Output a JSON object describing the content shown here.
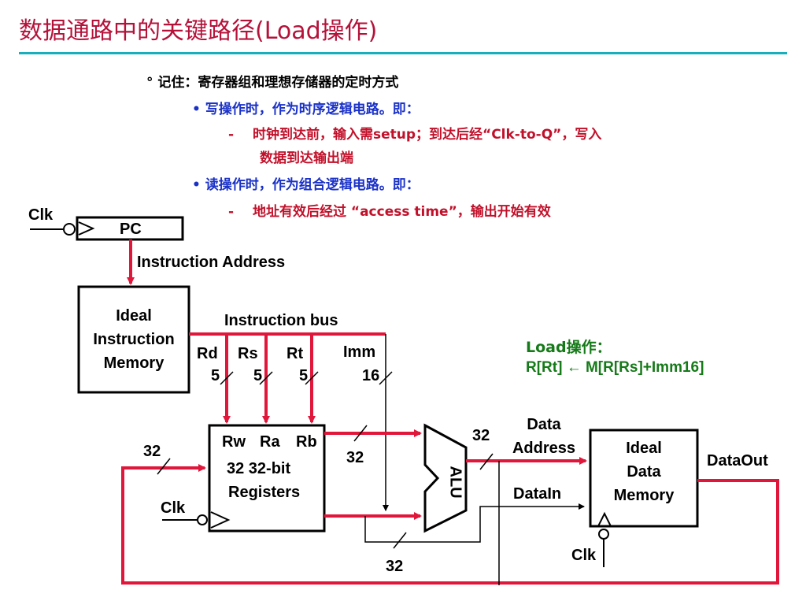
{
  "title": "数据通路中的关键路径(Load操作)",
  "bullets": {
    "b1_mark": "°",
    "b1": "记住：寄存器组和理想存储器的定时方式",
    "b2_mark": "•",
    "b2": "写操作时，作为时序逻辑电路。即：",
    "b3_mark": "-",
    "b3_line1": "时钟到达前，输入需setup；到达后经“Clk-to-Q”，写入",
    "b3_line2": "数据到达输出端",
    "b4_mark": "•",
    "b4": "读操作时，作为组合逻辑电路。即：",
    "b5_mark": "-",
    "b5": "地址有效后经过 “access time”，输出开始有效"
  },
  "diagram": {
    "pc_clk": "Clk",
    "pc": "PC",
    "instr_address": "Instruction Address",
    "imem_line1": "Ideal",
    "imem_line2": "Instruction",
    "imem_line3": "Memory",
    "instr_bus": "Instruction bus",
    "rd": "Rd",
    "rs": "Rs",
    "rt": "Rt",
    "imm": "Imm",
    "rd_w": "5",
    "rs_w": "5",
    "rt_w": "5",
    "imm_w": "16",
    "rw": "Rw",
    "ra": "Ra",
    "rb": "Rb",
    "reg_line1": "32 32-bit",
    "reg_line2": "Registers",
    "reg_clk": "Clk",
    "busw_w": "32",
    "alu_in_w": "32",
    "alu": "ALU",
    "alu_out_w": "32",
    "data_address_1": "Data",
    "data_address_2": "Address",
    "data_in": "DataIn",
    "dmem_line1": "Ideal",
    "dmem_line2": "Data",
    "dmem_line3": "Memory",
    "data_out": "DataOut",
    "dmem_clk": "Clk",
    "busb_w": "32"
  },
  "load_note": {
    "line1": "Load操作：",
    "line2": "R[Rt] ← M[R[Rs]+Imm16]"
  },
  "colors": {
    "title": "#b5123a",
    "rule": "#19aebb",
    "path_red": "#e0163a",
    "blue_text": "#1a31c8",
    "red_text": "#c1102a",
    "green_text": "#157a18"
  }
}
